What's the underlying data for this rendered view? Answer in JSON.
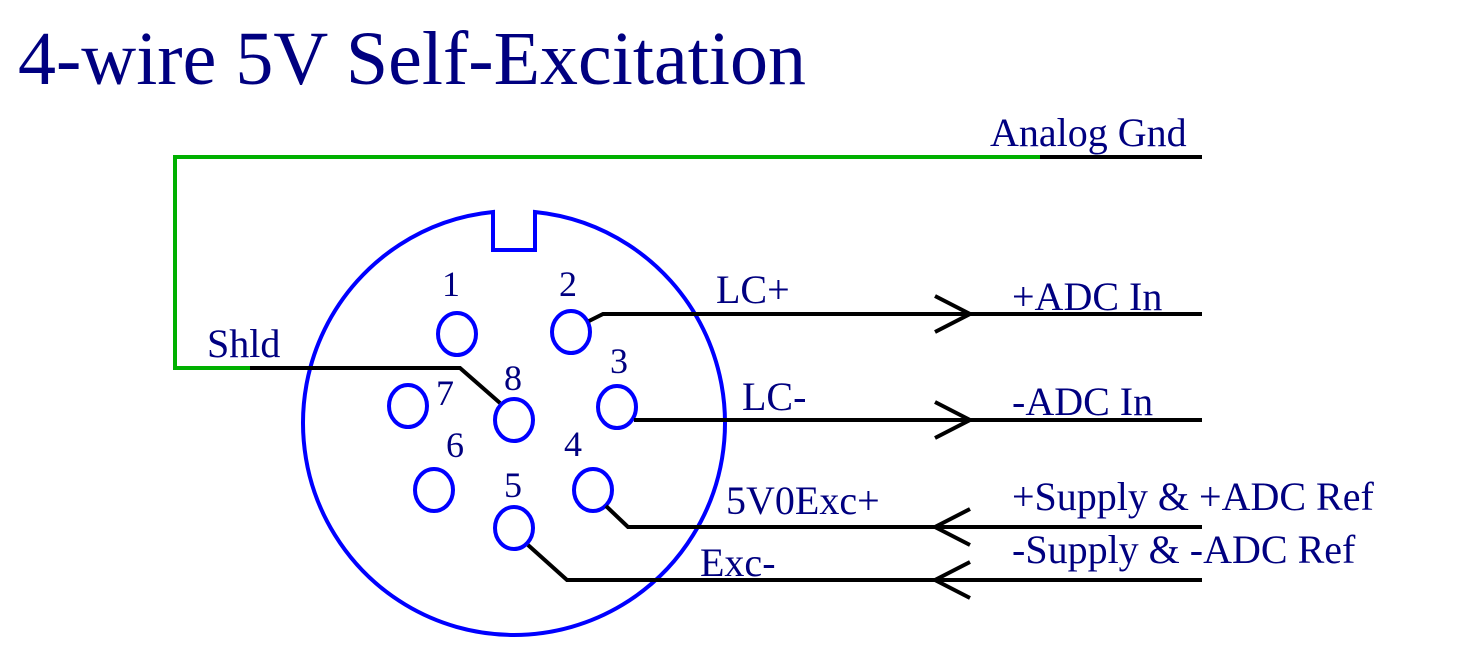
{
  "title": "4-wire 5V Self-Excitation",
  "colors": {
    "text": "#000080",
    "connector": "#0000ff",
    "wire": "#000000",
    "shield_wire": "#00b000"
  },
  "pins": [
    {
      "number": "1"
    },
    {
      "number": "2"
    },
    {
      "number": "3"
    },
    {
      "number": "4"
    },
    {
      "number": "5"
    },
    {
      "number": "6"
    },
    {
      "number": "7"
    },
    {
      "number": "8"
    }
  ],
  "wires": {
    "shield": "Shld",
    "analog_gnd": "Analog Gnd",
    "lc_plus": "LC+",
    "lc_minus": "LC-",
    "exc_plus": "5V0Exc+",
    "exc_minus": "Exc-"
  },
  "destinations": {
    "adc_in_plus": "+ADC In",
    "adc_in_minus": "-ADC In",
    "supply_plus": "+Supply & +ADC Ref",
    "supply_minus": "-Supply & -ADC Ref"
  }
}
